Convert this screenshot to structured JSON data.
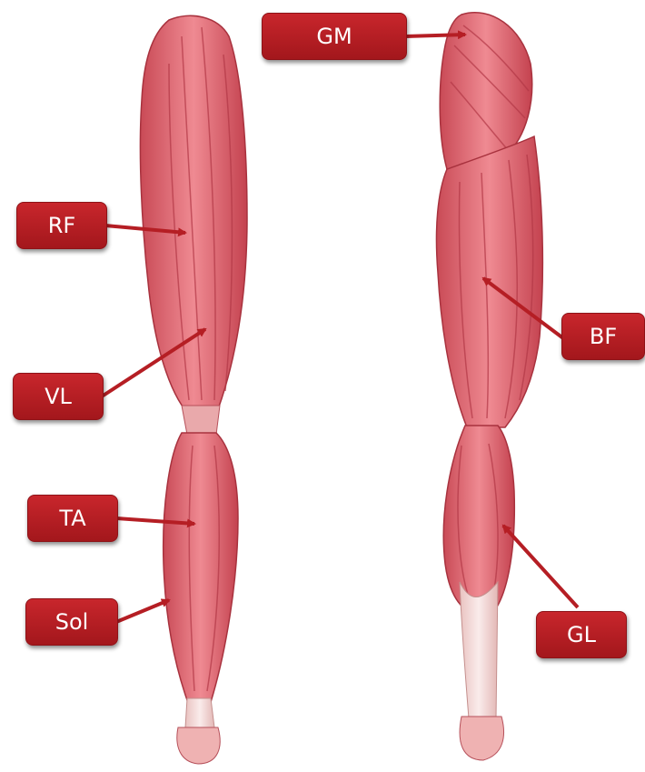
{
  "labels": {
    "gm": "GM",
    "rf": "RF",
    "bf": "BF",
    "vl": "VL",
    "ta": "TA",
    "sol": "Sol",
    "gl": "GL"
  },
  "colors": {
    "label_fill": "#b51e24",
    "arrow": "#b51e24",
    "muscle": "#e8707a",
    "muscle_dark": "#b9404c",
    "tendon": "#f3d6d4"
  }
}
